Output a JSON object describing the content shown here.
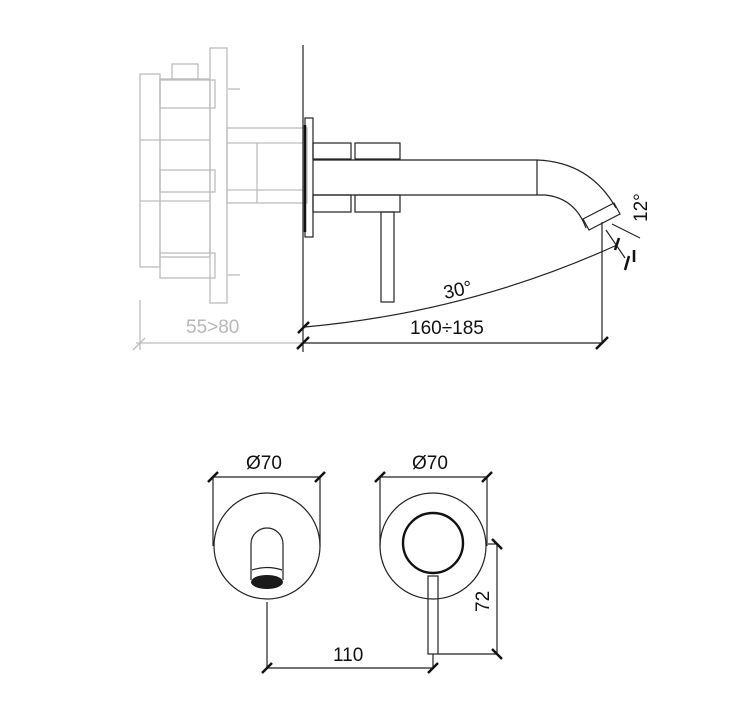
{
  "side_view": {
    "rough_in_depth": "55>80",
    "spout_projection": "160÷185",
    "swivel_angle": "30°",
    "outlet_angle": "12°"
  },
  "front_view": {
    "spout_plate_diameter": "Ø70",
    "mixer_plate_diameter": "Ø70",
    "center_distance": "110",
    "handle_height": "72"
  },
  "colors": {
    "line": "#222222",
    "rough_in": "#bdbdbd"
  }
}
